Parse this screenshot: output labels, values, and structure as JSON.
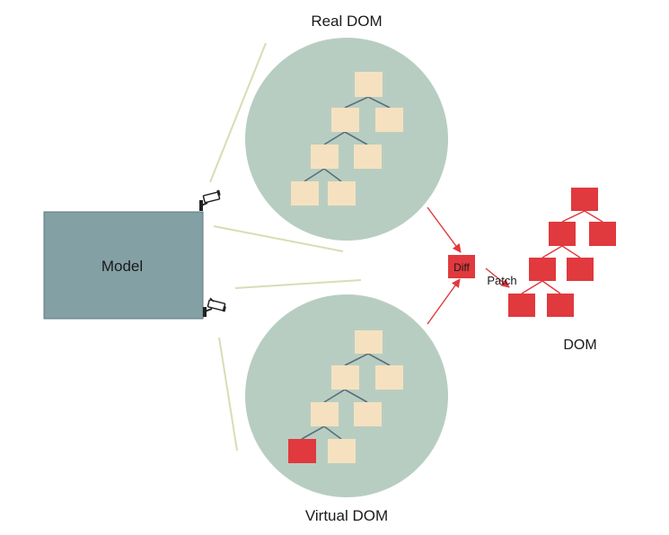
{
  "labels": {
    "real_dom": "Real DOM",
    "virtual_dom": "Virtual DOM",
    "model": "Model",
    "diff": "Diff",
    "patch": "Patch",
    "dom": "DOM"
  },
  "icons": {
    "top_camera": "security-camera-icon",
    "bottom_camera": "security-camera-icon"
  },
  "colors": {
    "circle_fill": "#b8cdc1",
    "node_fill": "#f5e1bf",
    "changed_node": "#e0393e",
    "dom_node": "#e0393e",
    "model_fill": "#83a0a5",
    "model_border": "#5f7a80",
    "tree_edge": "#5a6f7a",
    "view_line": "#d9dcb4",
    "arrow": "#e0393e",
    "text": "#1a1a1a"
  }
}
